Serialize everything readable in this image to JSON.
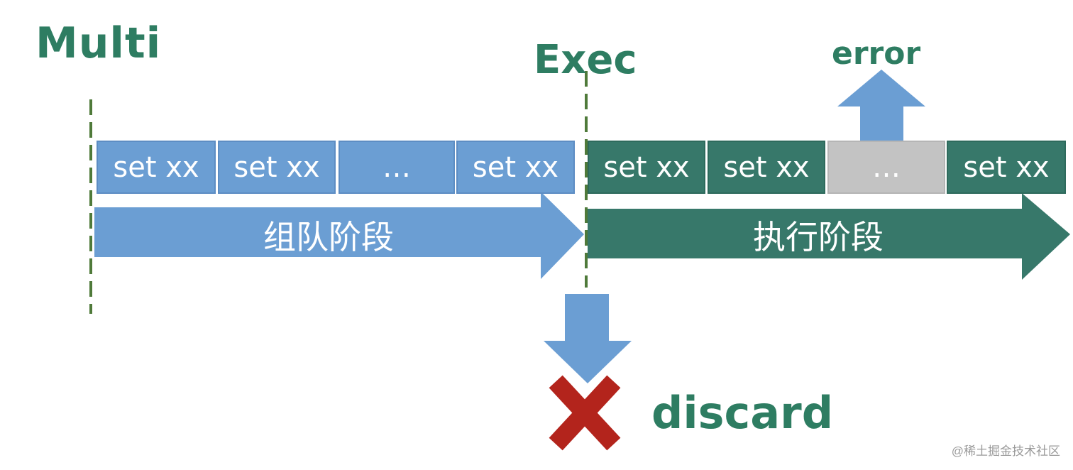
{
  "labels": {
    "multi": "Multi",
    "exec": "Exec",
    "error": "error",
    "discard": "discard"
  },
  "queue_commands": [
    "set xx",
    "set xx",
    "…",
    "set xx"
  ],
  "exec_commands": [
    "set xx",
    "set xx",
    "…",
    "set xx"
  ],
  "phases": {
    "queue": "组队阶段",
    "execute": "执行阶段"
  },
  "colors": {
    "blue": "#6b9ed3",
    "green": "#37786a",
    "grey": "#c3c3c3",
    "label_green": "#2e7d62",
    "dashed_line": "#4f7a3a",
    "discard_x": "#b3241c"
  },
  "watermark": "@稀土掘金技术社区"
}
